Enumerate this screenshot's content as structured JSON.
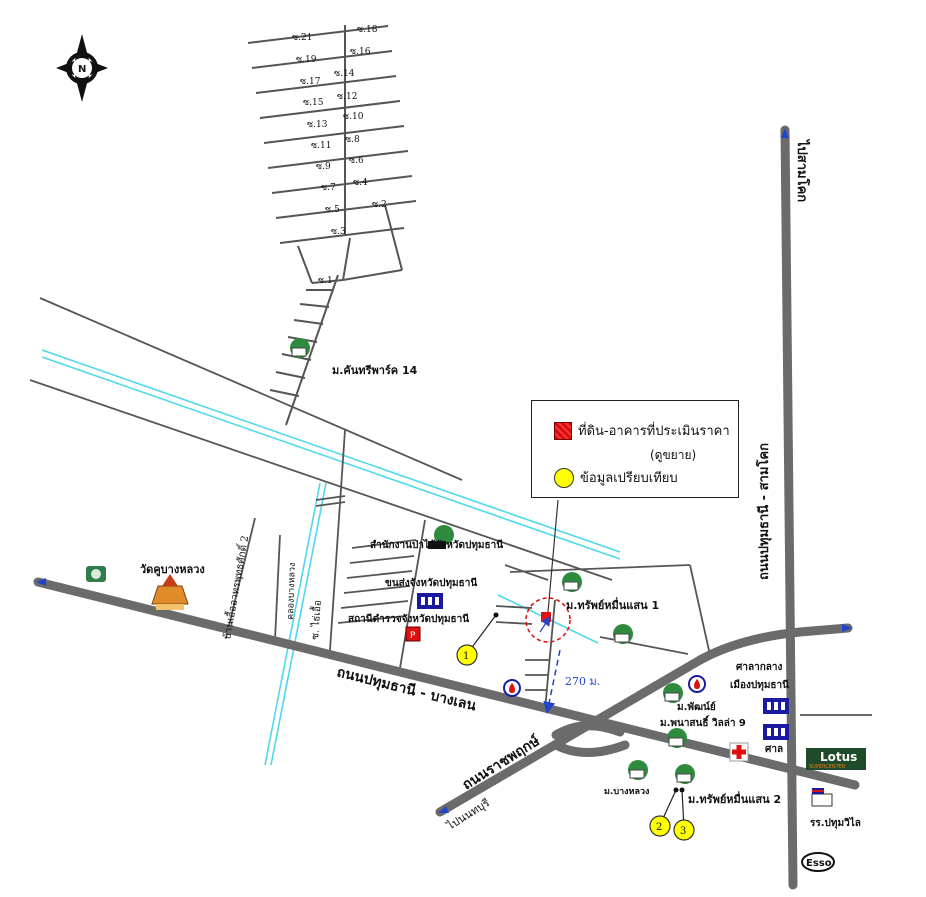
{
  "compass": {
    "north_letter": "N"
  },
  "roads": {
    "main_road": "ถนนปทุมธานี - บางเลน",
    "ratchaphruek": "ถนนราชพฤกษ์",
    "to_nonthaburi": "ไปนนทบุรี",
    "to_samkhok": "ไปสามโคก",
    "pathum_samkhok": "ถนนปทุมธานี - สามโคก",
    "soi_thai_ruea": "ซ. ไธ่เอื้อ",
    "canal_bang_luang": "คลองบางหลวง",
    "ban_ueathonphatphan": "บ้านเอื้ออาทรพุทธศักดิ์ 2"
  },
  "sois": [
    "ซ.21",
    "ซ.18",
    "ซ.19",
    "ซ.16",
    "ซ.17",
    "ซ.14",
    "ซ.15",
    "ซ.12",
    "ซ.13",
    "ซ.10",
    "ซ.11",
    "ซ.8",
    "ซ.9",
    "ซ.6",
    "ซ.7",
    "ซ.4",
    "ซ.5",
    "ซ.2",
    "ซ.3",
    "ซ.1"
  ],
  "places": {
    "kanthari_park": "ม.คันทรีพาร์ค 14",
    "wat_bang_luang": "วัดคูบางหลวง",
    "forestry_office": "สำนักงานป่าไม้จังหวัดปทุมธานี",
    "transport_office": "ขนส่งจังหวัดปทุมธานี",
    "police_station": "สถานีตำรวจจังหวัดปทุมธานี",
    "sap_muensaen_1": "ม.ทรัพย์หมื่นแสน 1",
    "sap_muensaen_2": "ม.ทรัพย์หมื่นแสน 2",
    "phatnai": "ม.พัฒน์ย์",
    "phanasin_villa": "ม.พนาสนธิ์ วิลล่า 9",
    "bang_luang_village": "ม.บางหลวง",
    "provincial_court": "ศาลากลาง เมืองปทุมธานี",
    "court_line1": "ศาลากลาง",
    "court_line2": "เมืองปทุมธานี",
    "court": "ศาล",
    "school": "รร.ปทุมวิไล",
    "lotus": "Lotus",
    "lotus_sub": "SUPERCENTER",
    "esso": "Esso",
    "distance": "270 ม."
  },
  "legend": {
    "subject_property": "ที่ดิน-อาคารที่ประเมินราคา",
    "see_expanded": "(ดูขยาย)",
    "comparables": "ข้อมูลเปรียบเทียบ"
  },
  "markers": [
    "1",
    "2",
    "3"
  ],
  "colors": {
    "road": "#6b6b6b",
    "canal": "#4fd8ea",
    "line": "#444444",
    "marker": "#ffff00",
    "subject": "#dd1111",
    "building": "#1a1aa0",
    "tree": "#2e8b3e"
  }
}
